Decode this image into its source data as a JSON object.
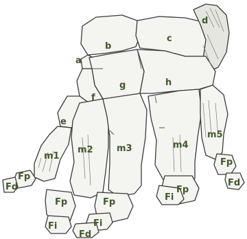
{
  "labels": {
    "a": "a",
    "b": "b",
    "c": "c",
    "d": "d",
    "e": "e",
    "f": "f",
    "g": "g",
    "h": "h",
    "m1": "m1",
    "m2": "m2",
    "m3": "m3",
    "m4": "m4",
    "m5": "m5",
    "fp": "Fp",
    "fd": "Fd",
    "fi": "Fi"
  },
  "colors": {
    "label_green": "#3f5a2a",
    "bone_fill": "#f4f4f0",
    "outline": "#3a3a3a",
    "background": "#ffffff"
  }
}
